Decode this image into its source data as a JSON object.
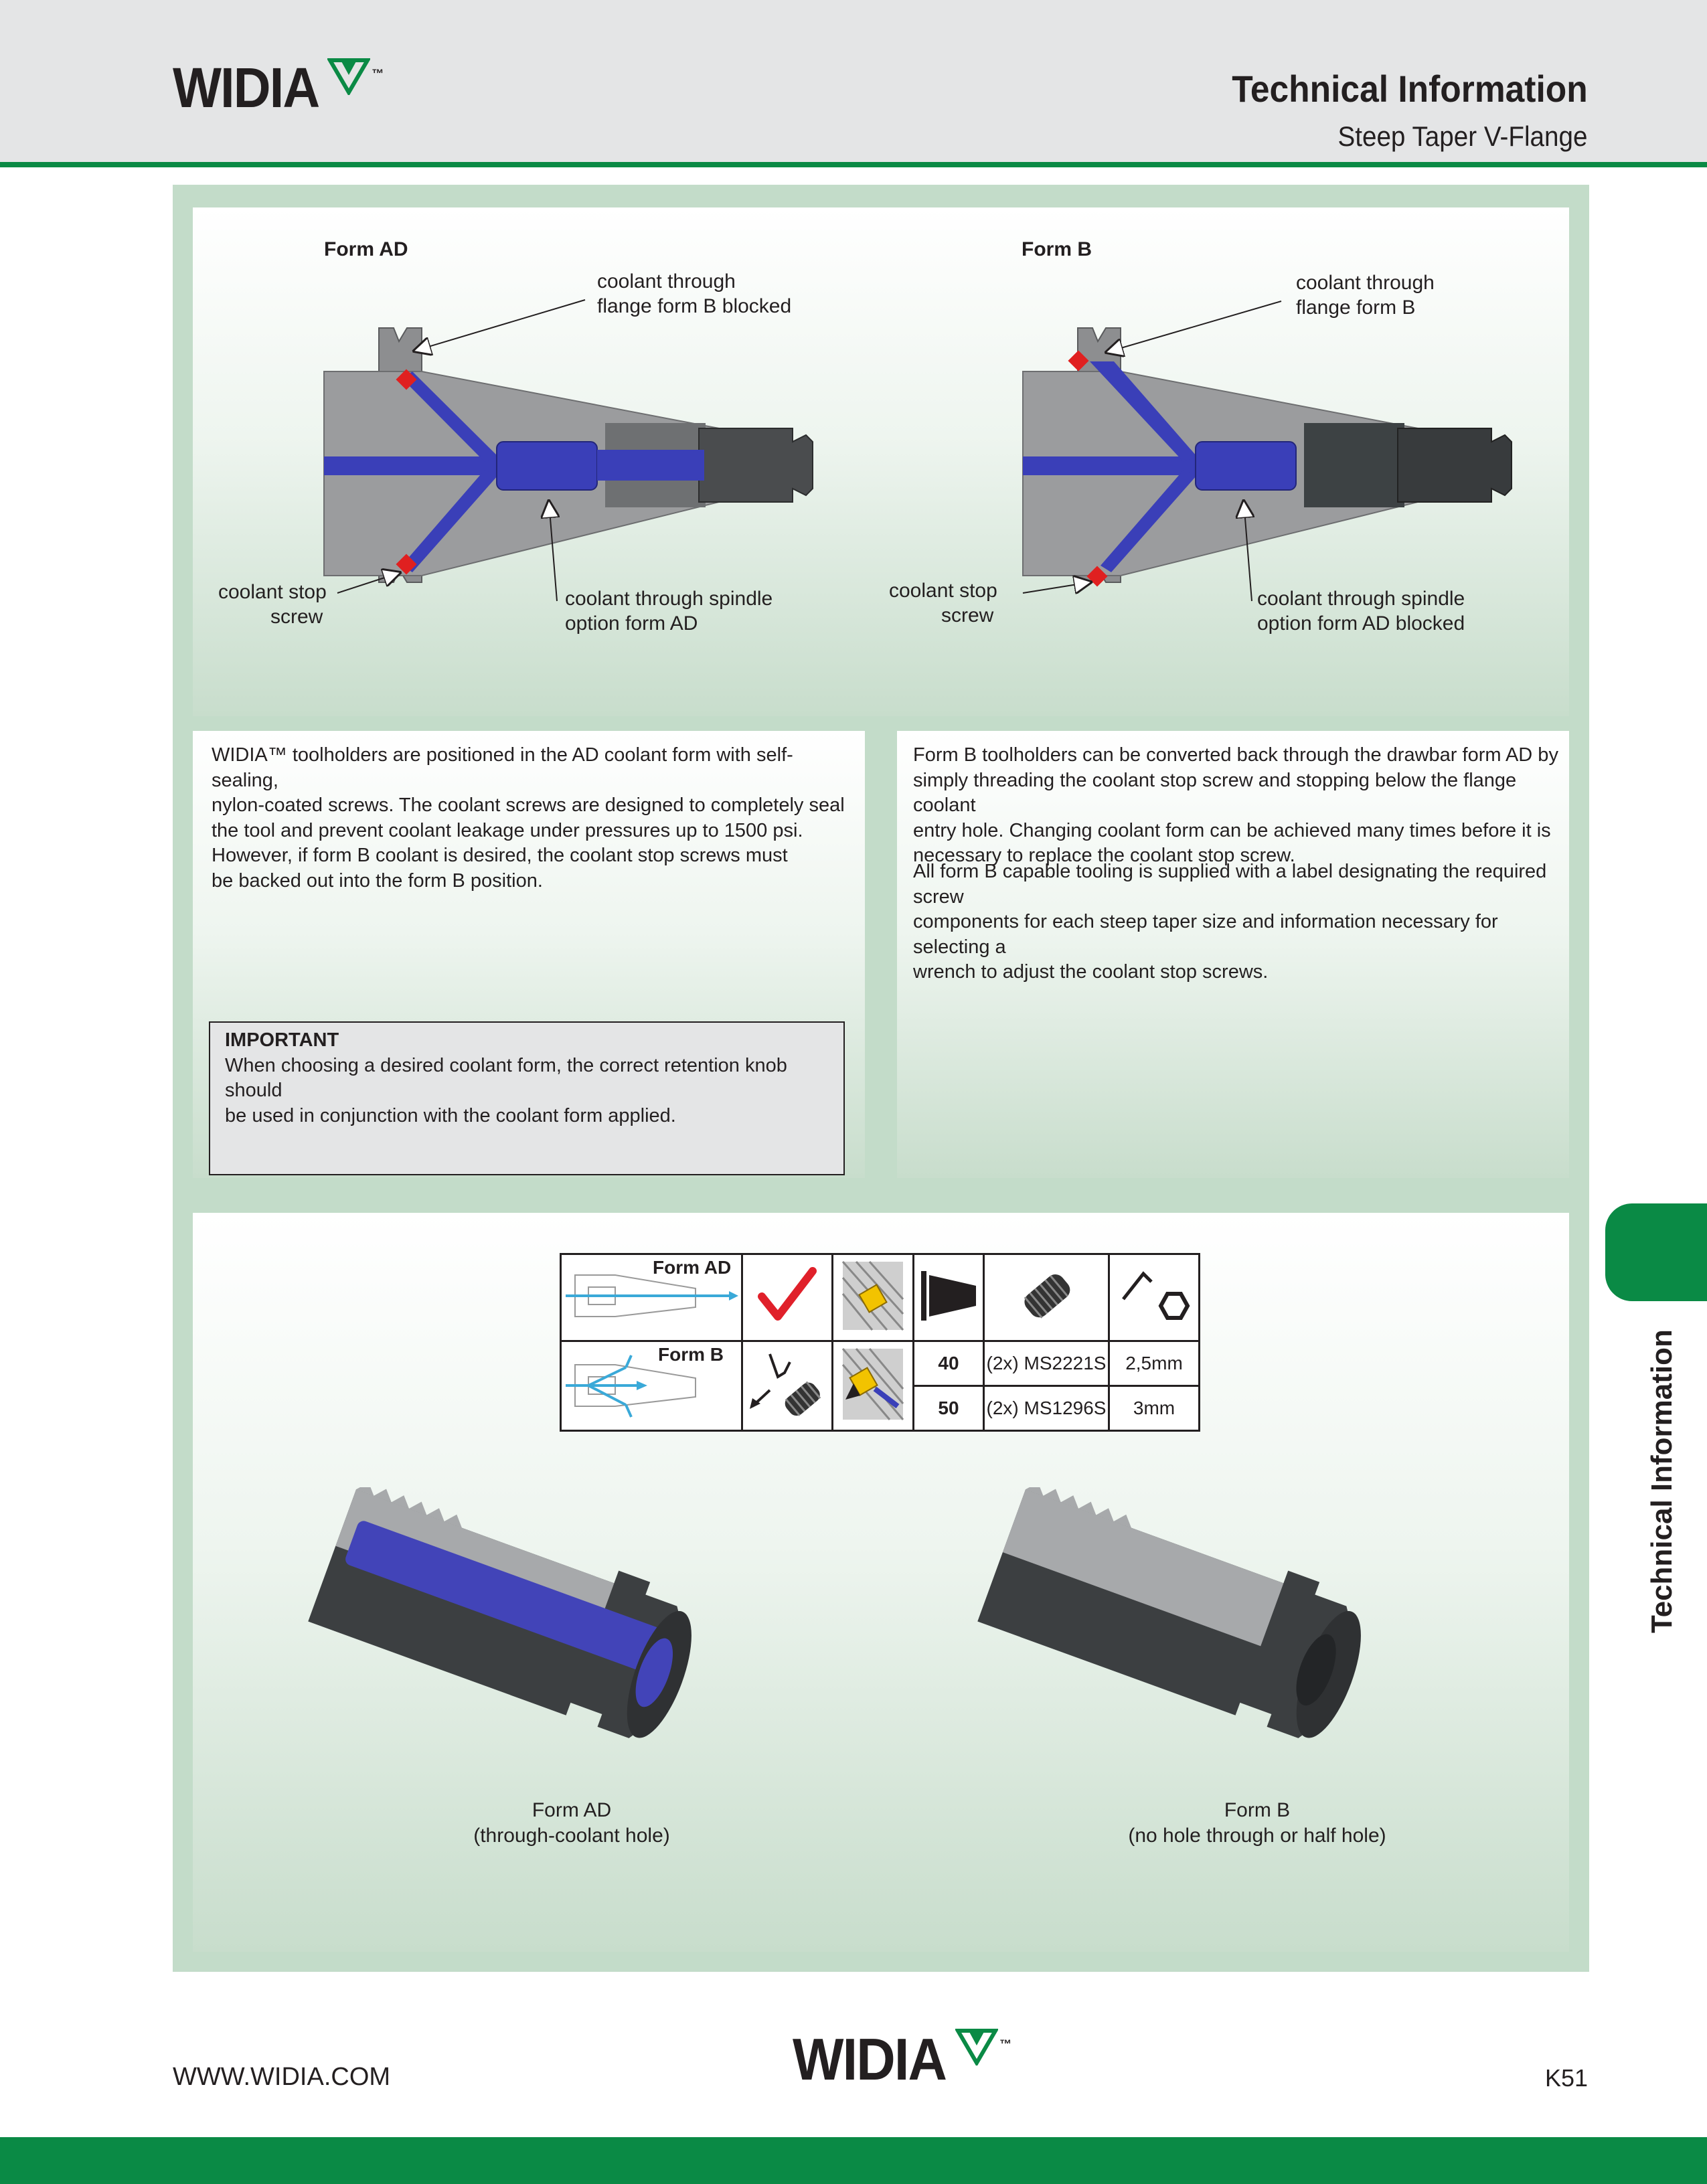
{
  "header": {
    "logo_text": "WIDIA",
    "logo_tm": "™",
    "title": "Technical Information",
    "subtitle": "Steep Taper V-Flange"
  },
  "diagram": {
    "form_ad": {
      "title": "Form AD",
      "callout_top": [
        "coolant through",
        "flange form B blocked"
      ],
      "callout_left": [
        "coolant stop",
        "screw"
      ],
      "callout_bottom": [
        "coolant through spindle",
        "option form AD"
      ]
    },
    "form_b": {
      "title": "Form B",
      "callout_top": [
        "coolant through",
        "flange form B"
      ],
      "callout_left": [
        "coolant stop",
        "screw"
      ],
      "callout_bottom": [
        "coolant through spindle",
        "option form AD blocked"
      ]
    }
  },
  "text_left": {
    "paragraph": [
      "WIDIA™ toolholders are positioned in the AD coolant form with self-sealing,",
      "nylon-coated screws. The coolant screws are designed to completely seal",
      "the tool and prevent coolant leakage under pressures up to 1500 psi.",
      "However, if form B coolant is desired, the coolant stop screws must",
      "be backed out into the form B position."
    ],
    "important_title": "IMPORTANT",
    "important_body": [
      "When choosing a desired coolant form, the correct retention knob should",
      "be used in conjunction with the coolant form applied."
    ]
  },
  "text_right": {
    "paragraph1": [
      "Form B toolholders can be converted back through the drawbar form AD by",
      "simply threading the coolant stop screw and stopping below the flange coolant",
      "entry hole. Changing coolant form can be achieved many times before it is",
      "necessary to replace the coolant stop screw."
    ],
    "paragraph2": [
      "All form B capable tooling is supplied with a label designating the required screw",
      "components for each steep taper size and information necessary for selecting a",
      "wrench to adjust the coolant stop screws."
    ]
  },
  "coolant_table": {
    "row_ad_label": "Form AD",
    "row_b_label": "Form B",
    "rows": [
      {
        "size": "40",
        "screw": "(2x) MS2221S",
        "wrench": "2,5mm"
      },
      {
        "size": "50",
        "screw": "(2x) MS1296S",
        "wrench": "3mm"
      }
    ]
  },
  "knobs": {
    "ad_caption": [
      "Form AD",
      "(through-coolant hole)"
    ],
    "b_caption": [
      "Form B",
      "(no hole through or half hole)"
    ]
  },
  "side_tab": {
    "label": "Technical Information"
  },
  "footer": {
    "url": "WWW.WIDIA.COM",
    "logo_text": "WIDIA",
    "logo_tm": "™",
    "page": "K51"
  },
  "colors": {
    "brand_green": "#0a8a45",
    "coolant_blue": "#3a3fb8",
    "panel_green": "#c3dcc9",
    "header_gray": "#e4e5e6"
  }
}
